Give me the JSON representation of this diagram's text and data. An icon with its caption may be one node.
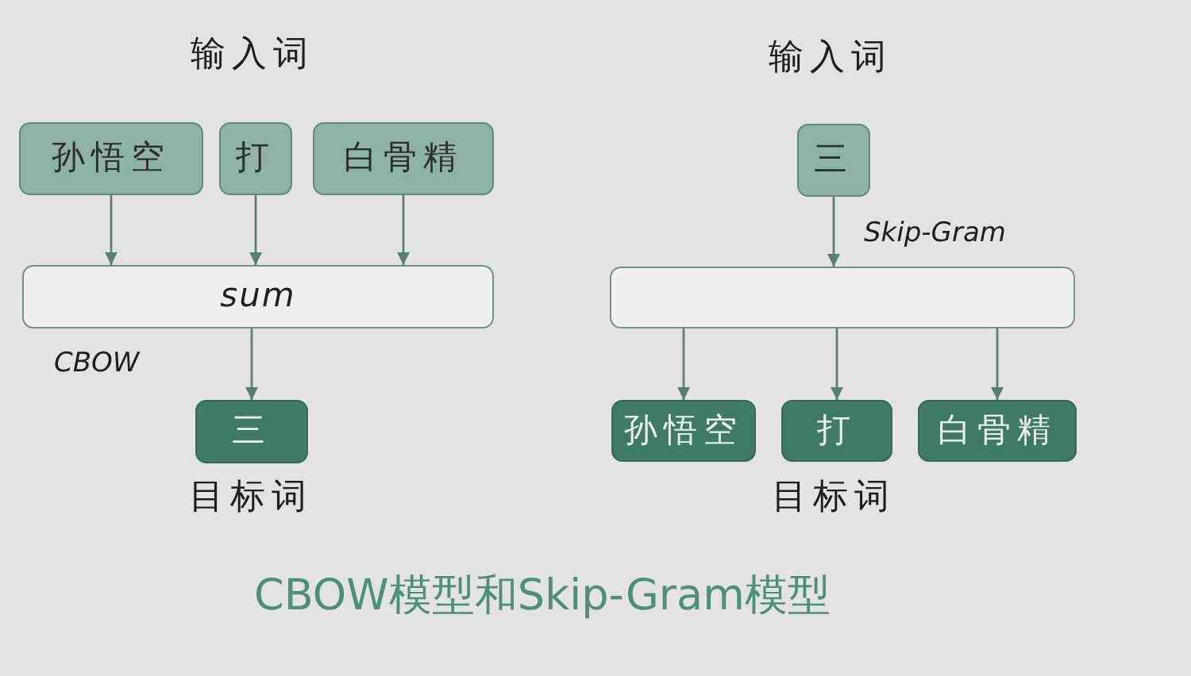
{
  "diagram": {
    "caption": "CBOW模型和Skip-Gram模型",
    "nodes": [
      {
        "text": [
          "孙悟空"
        ]
      },
      {
        "text": [
          "打"
        ]
      },
      {
        "text": [
          "白骨精"
        ]
      },
      {
        "text": [
          "sum"
        ]
      },
      {
        "text": [
          "三"
        ],
        "beside": [
          "目标词"
        ]
      },
      {
        "text": [
          "三"
        ],
        "beside": [
          "输入词"
        ]
      },
      {
        "text": [],
        "shape": "box"
      },
      {
        "text": [
          "孙悟空"
        ]
      },
      {
        "text": [
          "打"
        ]
      },
      {
        "text": [
          "白骨精"
        ]
      }
    ],
    "edges": [
      {
        "from": 0,
        "to": 3,
        "arrow": "to"
      },
      {
        "from": 1,
        "to": 3,
        "arrow": "to"
      },
      {
        "from": 2,
        "to": 3,
        "arrow": "to"
      },
      {
        "from": 3,
        "to": 4,
        "arrow": "to"
      },
      {
        "from": 5,
        "to": 6,
        "arrow": "to"
      },
      {
        "from": 6,
        "to": 7,
        "arrow": "to"
      },
      {
        "from": 6,
        "to": 8,
        "arrow": "to"
      },
      {
        "from": 6,
        "to": 9,
        "arrow": "to"
      }
    ],
    "labels": [
      "输入词",
      "Skip-Gram",
      "CBOW",
      "目标词"
    ]
  }
}
